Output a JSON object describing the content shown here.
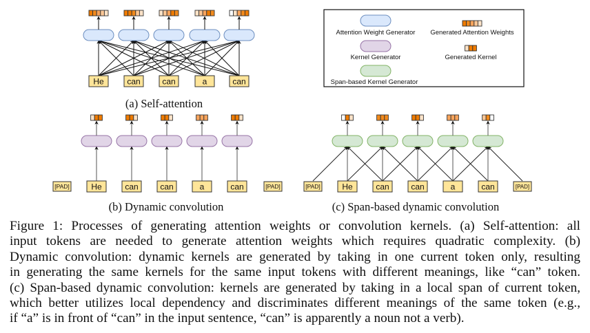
{
  "colors": {
    "attention_generator_fill": "#dae8fc",
    "attention_generator_stroke": "#6c8ebf",
    "kernel_generator_fill": "#e1d5e7",
    "kernel_generator_stroke": "#9673a6",
    "span_generator_fill": "#d5e8d4",
    "span_generator_stroke": "#82b366",
    "token_fill": "#ffe599",
    "token_stroke": "#333333",
    "weight_shades": [
      "#ffffff",
      "#fde3c8",
      "#fbc796",
      "#f8a45c",
      "#f28a1c",
      "#ef7b00"
    ]
  },
  "panels": {
    "self_attention": {
      "caption": "(a) Self-attention",
      "tokens": [
        "He",
        "can",
        "can",
        "a",
        "can"
      ],
      "weights": [
        [
          5,
          4,
          3,
          2,
          1
        ],
        [
          5,
          5,
          4,
          2,
          1
        ],
        [
          1,
          2,
          3,
          5,
          4
        ],
        [
          1,
          2,
          3,
          5,
          4
        ],
        [
          0,
          1,
          3,
          4,
          5
        ]
      ]
    },
    "dynamic_conv": {
      "caption": "(b) Dynamic convolution",
      "pad_label": "[PAD]",
      "tokens": [
        "He",
        "can",
        "can",
        "a",
        "can"
      ],
      "kernels": [
        [
          1,
          5,
          5
        ],
        [
          5,
          5,
          1
        ],
        [
          5,
          5,
          1
        ],
        [
          3,
          3,
          3
        ],
        [
          5,
          5,
          1
        ]
      ]
    },
    "span_conv": {
      "caption": "(c) Span-based dynamic convolution",
      "pad_label": "[PAD]",
      "tokens": [
        "He",
        "can",
        "can",
        "a",
        "can"
      ],
      "kernels": [
        [
          0,
          5,
          1
        ],
        [
          4,
          4,
          4
        ],
        [
          5,
          5,
          1
        ],
        [
          3,
          3,
          3
        ],
        [
          2,
          4,
          0
        ]
      ]
    }
  },
  "legend": {
    "attention_weight_generator": "Attention Weight Generator",
    "generated_attention_weights": "Generated Attention Weights",
    "generated_attention_weights_sample": [
      5,
      4,
      3,
      2,
      1
    ],
    "kernel_generator": "Kernel Generator",
    "generated_kernel": "Generated Kernel",
    "generated_kernel_sample": [
      1,
      5,
      5
    ],
    "span_kernel_generator": "Span-based Kernel Generator"
  },
  "caption": {
    "lines": [
      "Figure 1: Processes of generating attention weights or convolution kernels. (a) Self-attention: all",
      "input tokens are needed to generate attention weights which requires quadratic complexity. (b)",
      "Dynamic convolution: dynamic kernels are generated by taking in one current token only, resulting",
      "in generating the same kernels for the same input tokens with different meanings, like “can” token.",
      "(c) Span-based dynamic convolution: kernels are generated by taking in a local span of current token,",
      "which better utilizes local dependency and discriminates different meanings of the same token (e.g.,",
      "if “a” is in front of “can” in the input sentence, “can” is apparently a noun not a verb)."
    ]
  }
}
